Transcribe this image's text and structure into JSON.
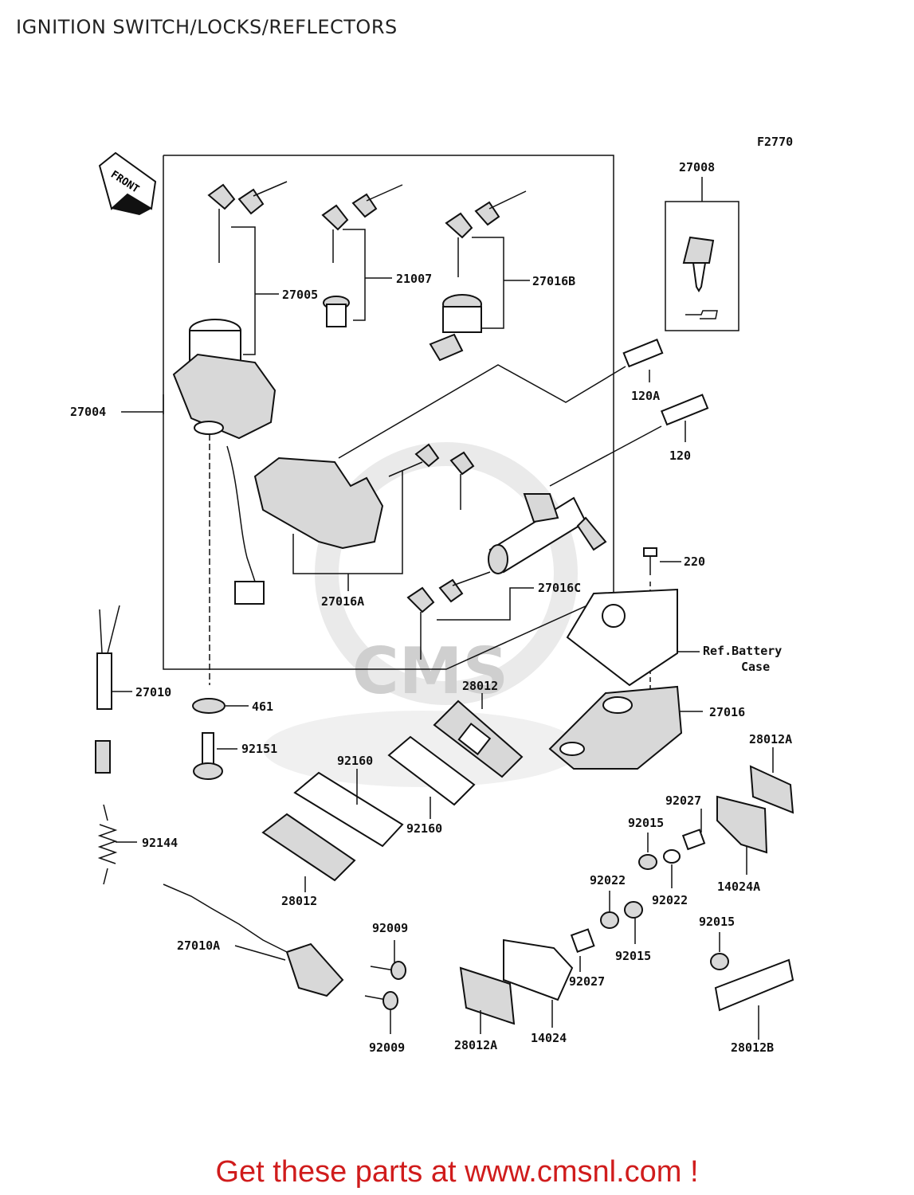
{
  "title": "IGNITION SWITCH/LOCKS/REFLECTORS",
  "figure_code": "F2770",
  "front_arrow": "FRONT",
  "watermark": "CMS",
  "footer": "Get these parts at www.cmsnl.com !",
  "parts": {
    "p27008": "27008",
    "p27005": "27005",
    "p21007": "21007",
    "p27016B": "27016B",
    "p27004": "27004",
    "p120A": "120A",
    "p120": "120",
    "p220": "220",
    "p27016A": "27016A",
    "p27016C": "27016C",
    "ref_battery_1": "Ref.Battery",
    "ref_battery_2": "Case",
    "p27010": "27010",
    "p461": "461",
    "p28012_top": "28012",
    "p27016": "27016",
    "p92151": "92151",
    "p92160_a": "92160",
    "p92160_b": "92160",
    "p28012A_top": "28012A",
    "p92027_top": "92027",
    "p92015_top": "92015",
    "p92144": "92144",
    "p28012_bottom": "28012",
    "p92022_left": "92022",
    "p92022_right": "92022",
    "p14024A": "14024A",
    "p92009_top": "92009",
    "p27010A": "27010A",
    "p92015_mid": "92015",
    "p92015_right": "92015",
    "p92027_bottom": "92027",
    "p92009_bottom": "92009",
    "p28012A_bottom": "28012A",
    "p14024": "14024",
    "p28012B": "28012B"
  }
}
